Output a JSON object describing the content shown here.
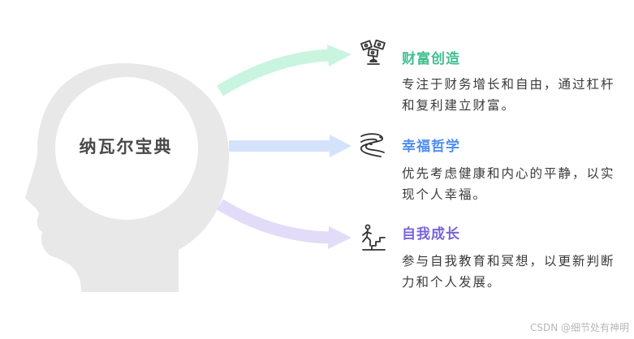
{
  "center": {
    "label": "纳瓦尔宝典"
  },
  "items": [
    {
      "title": "财富创造",
      "description": "专注于财务增长和自由，通过杠杆和复利建立财富。",
      "icon": "money-tree-icon",
      "color": "#3fbf8f",
      "arrow_color": "#c9f5e0"
    },
    {
      "title": "幸福哲学",
      "description": "优先考虑健康和内心的平静，以实现个人幸福。",
      "icon": "winding-road-icon",
      "color": "#4f8ef0",
      "arrow_color": "#d4e3fb"
    },
    {
      "title": "自我成长",
      "description": "参与自我教育和冥想，以更新判断力和个人发展。",
      "icon": "climbing-stairs-icon",
      "color": "#7b64d8",
      "arrow_color": "#e2dcf8"
    }
  ],
  "watermark": "CSDN @细节处有神明"
}
